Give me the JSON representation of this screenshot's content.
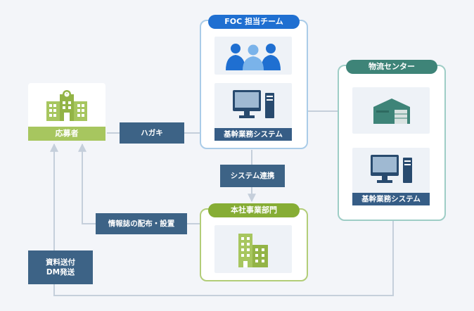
{
  "applicant": {
    "label": "応募者",
    "icon": "school-building-icon"
  },
  "foc": {
    "title": "FOC 担当チーム",
    "team_icon": "team-people-icon",
    "system_label": "基幹業務システム",
    "system_icon": "computer-icon"
  },
  "logistics": {
    "title": "物流センター",
    "warehouse_icon": "warehouse-icon",
    "system_label": "基幹業務システム",
    "system_icon": "computer-icon"
  },
  "headquarters": {
    "title": "本社事業部門",
    "icon": "office-buildings-icon"
  },
  "tags": {
    "postcard": "ハガキ",
    "system_link": "システム連携",
    "magazine": "情報誌の配布・設置",
    "docs_line1": "資料送付",
    "docs_line2": "DM発送"
  },
  "colors": {
    "blue_border": "#aacce8",
    "blue_pill": "#1f6fd1",
    "teal_border": "#9ecdc6",
    "teal_pill": "#3e8478",
    "green_border": "#b2cd78",
    "green_pill": "#86ad35",
    "navy": "#365d86",
    "connector": "#c5cfdb"
  }
}
